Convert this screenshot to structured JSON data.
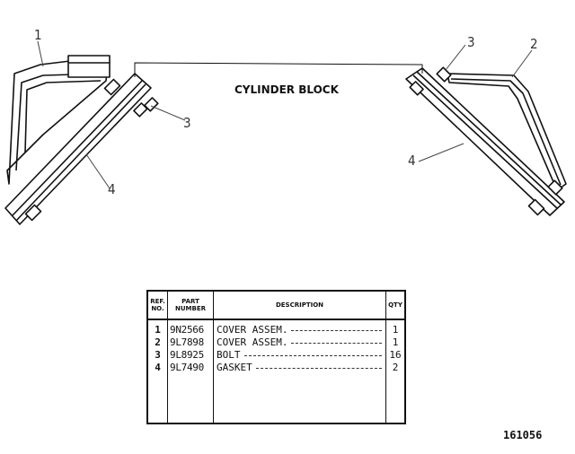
{
  "diagram": {
    "center_label": "CYLINDER BLOCK",
    "callouts": {
      "left_cover": "1",
      "left_bolt": "3",
      "left_gasket": "4",
      "right_bolt": "3",
      "right_cover": "2",
      "right_gasket": "4"
    }
  },
  "parts_table": {
    "headers": {
      "ref": "REF.\nNO.",
      "part": "PART\nNUMBER",
      "desc": "DESCRIPTION",
      "qty": "QTY"
    },
    "rows": [
      {
        "ref": "1",
        "part": "9N2566",
        "desc": "COVER ASSEM.",
        "qty": "1"
      },
      {
        "ref": "2",
        "part": "9L7898",
        "desc": "COVER ASSEM.",
        "qty": "1"
      },
      {
        "ref": "3",
        "part": "9L8925",
        "desc": "BOLT",
        "qty": "16"
      },
      {
        "ref": "4",
        "part": "9L7490",
        "desc": "GASKET",
        "qty": "2"
      }
    ]
  },
  "drawing_number": "161056"
}
